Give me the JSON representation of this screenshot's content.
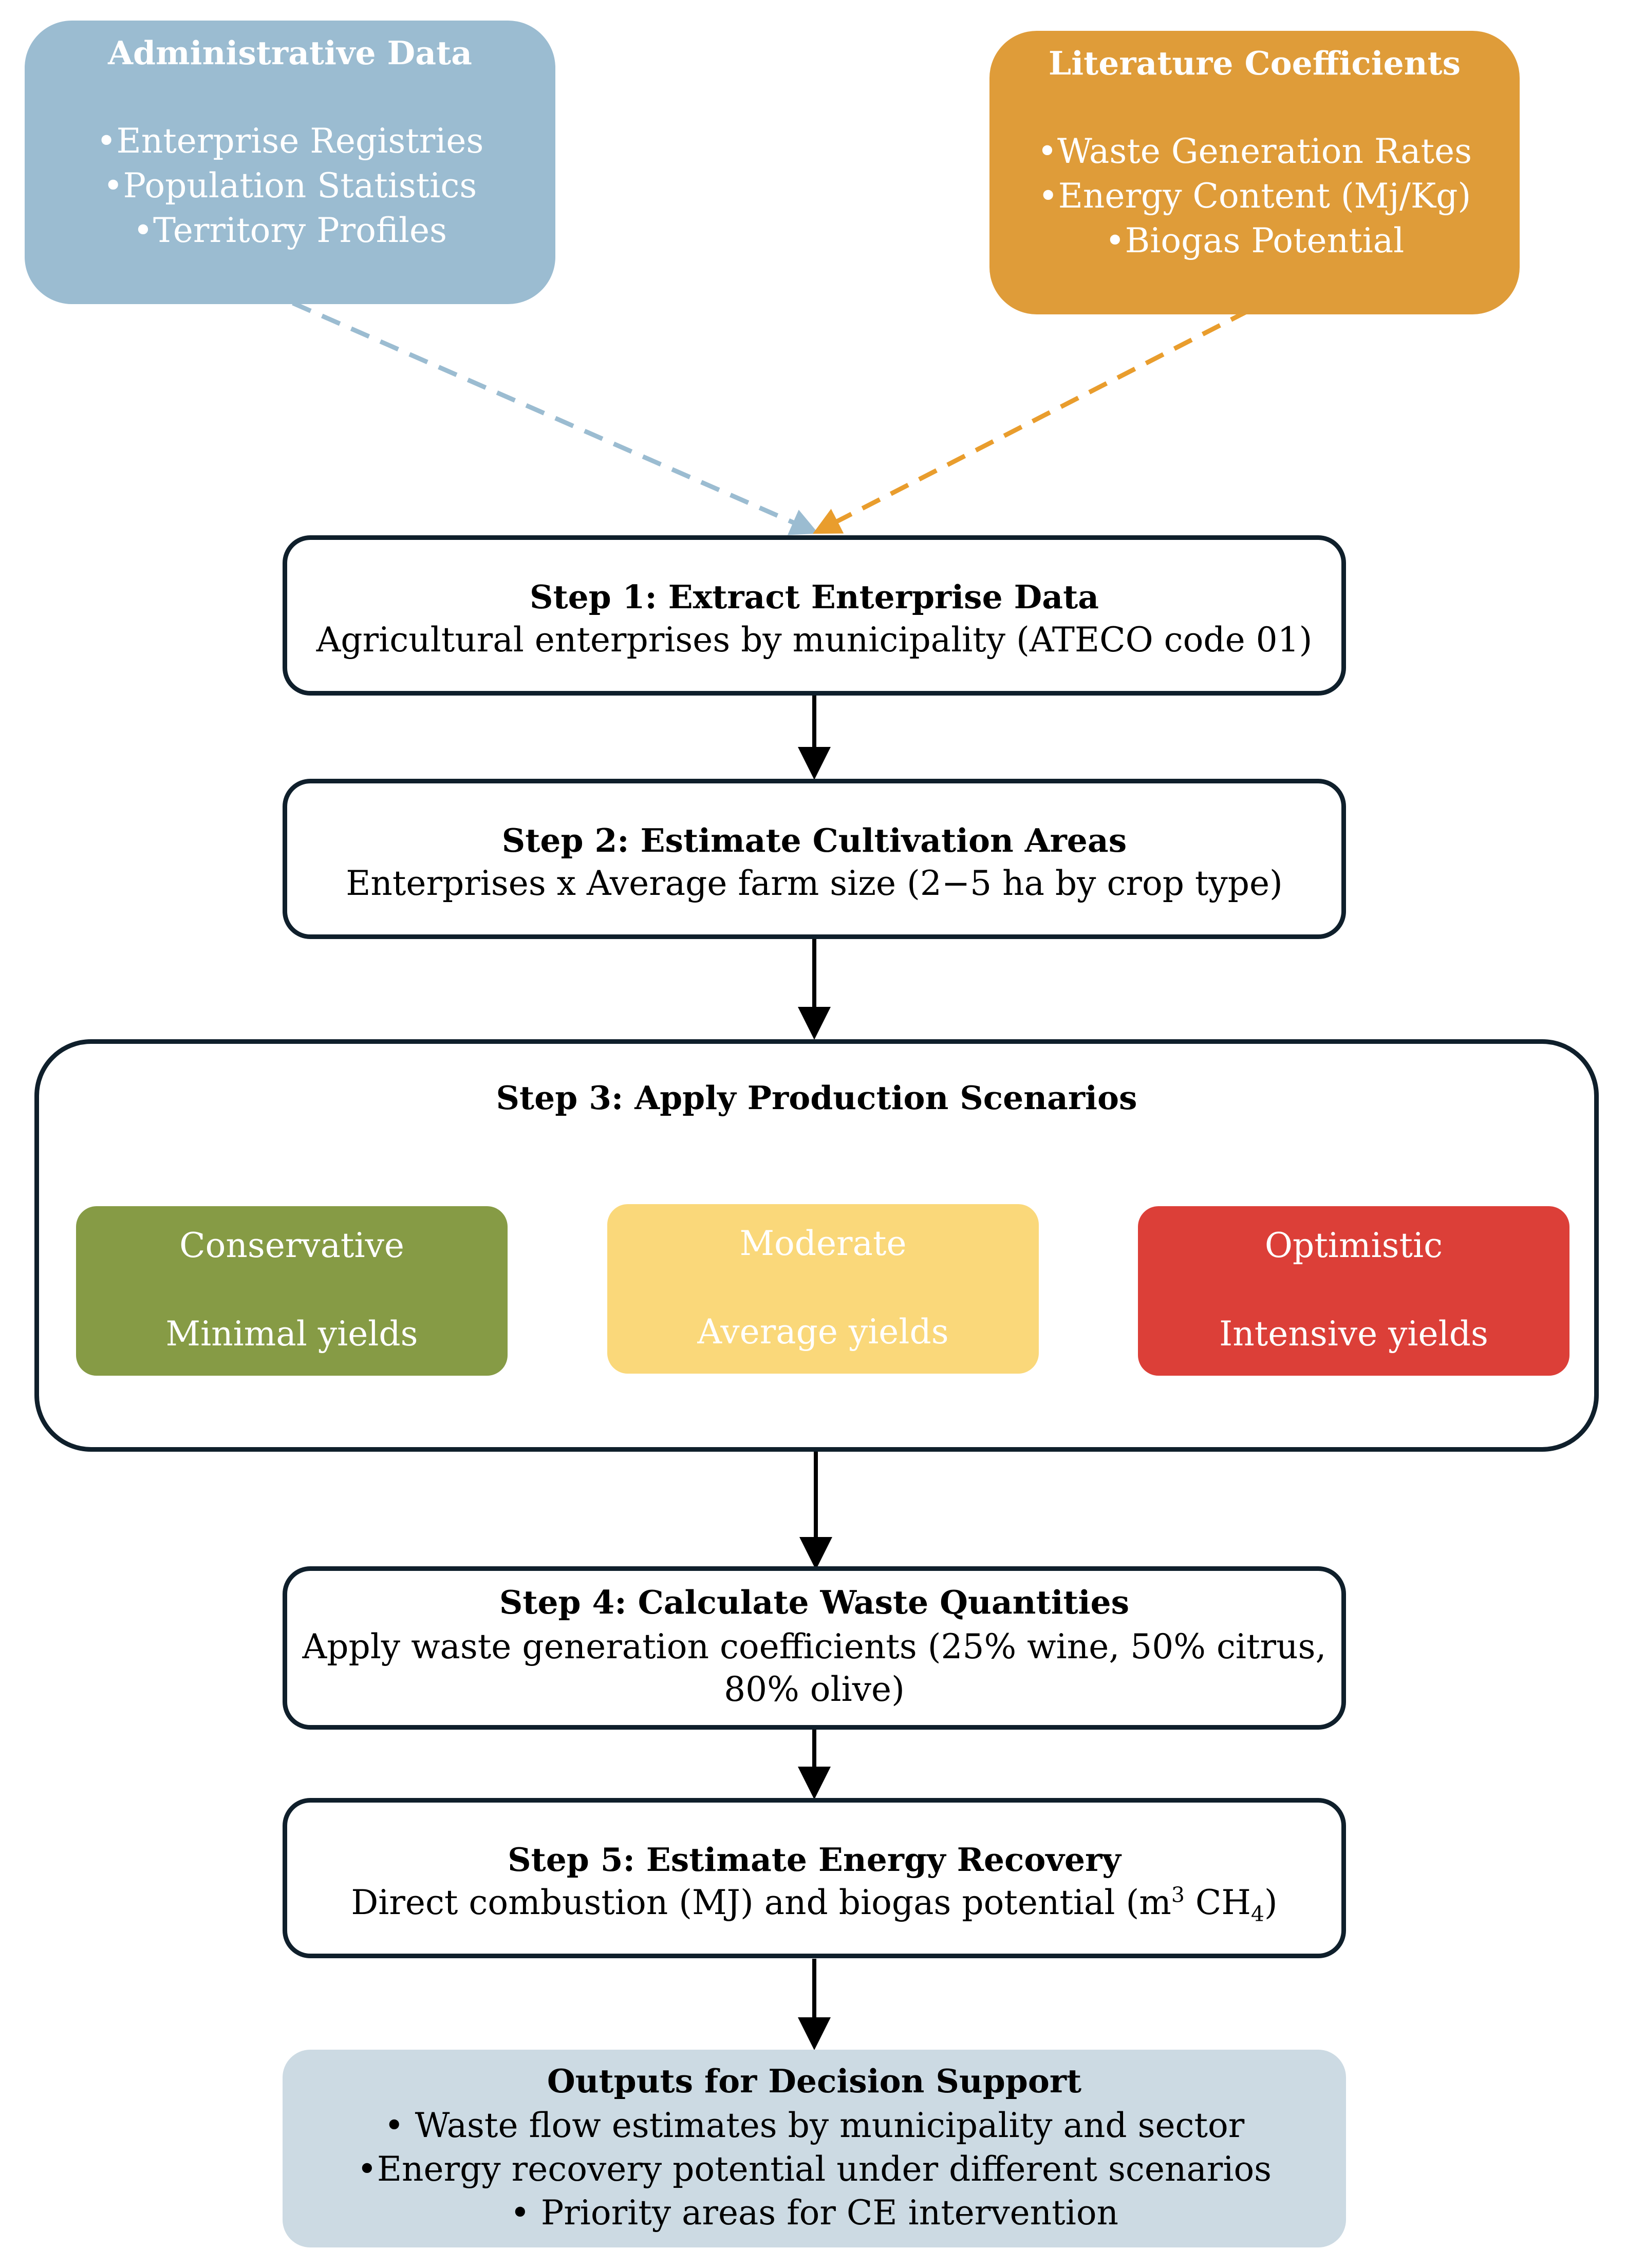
{
  "sources": {
    "administrative": {
      "title": "Administrative Data",
      "items": [
        "•Enterprise Registries",
        "•Population Statistics",
        "•Territory Profiles"
      ],
      "color": "#9bbcd1"
    },
    "literature": {
      "title": "Literature Coefficients",
      "items": [
        "•Waste Generation Rates",
        "•Energy Content (Mj/Kg)",
        "•Biogas Potential"
      ],
      "color": "#df9c39"
    }
  },
  "steps": [
    {
      "title": "Step 1: Extract Enterprise Data",
      "desc": [
        "Agricultural enterprises by municipality (ATECO code 01)"
      ]
    },
    {
      "title": "Step 2: Estimate Cultivation Areas",
      "desc": [
        "Enterprises x Average farm size (2−5 ha by crop type)"
      ]
    },
    {
      "title": "Step 3: Apply Production Scenarios",
      "desc": []
    },
    {
      "title": "Step 4: Calculate Waste Quantities",
      "desc": [
        "Apply waste generation coefficients (25% wine, 50% citrus,",
        "80% olive)"
      ]
    },
    {
      "title": "Step 5: Estimate Energy Recovery",
      "desc_pre": "Direct combustion (MJ) and biogas potential (m",
      "desc_sup": "3",
      "desc_mid": " CH",
      "desc_sub": "4",
      "desc_post": ")"
    }
  ],
  "scenarios": [
    {
      "name": "Conservative",
      "desc": "Minimal yields",
      "color": "#869b45"
    },
    {
      "name": "Moderate",
      "desc": "Average yields",
      "color": "#fad87a"
    },
    {
      "name": "Optimistic",
      "desc": "Intensive yields",
      "color": "#dc3f38"
    }
  ],
  "outputs": {
    "title": "Outputs for Decision Support",
    "items": [
      "• Waste flow estimates by municipality and sector",
      "•Energy recovery potential under different scenarios",
      "• Priority areas for CE intervention"
    ],
    "color": "#ccdae3"
  },
  "colors": {
    "border": "#0f1f2b",
    "admin_arrow": "#9bbcd1",
    "lit_arrow": "#e99d2d"
  }
}
